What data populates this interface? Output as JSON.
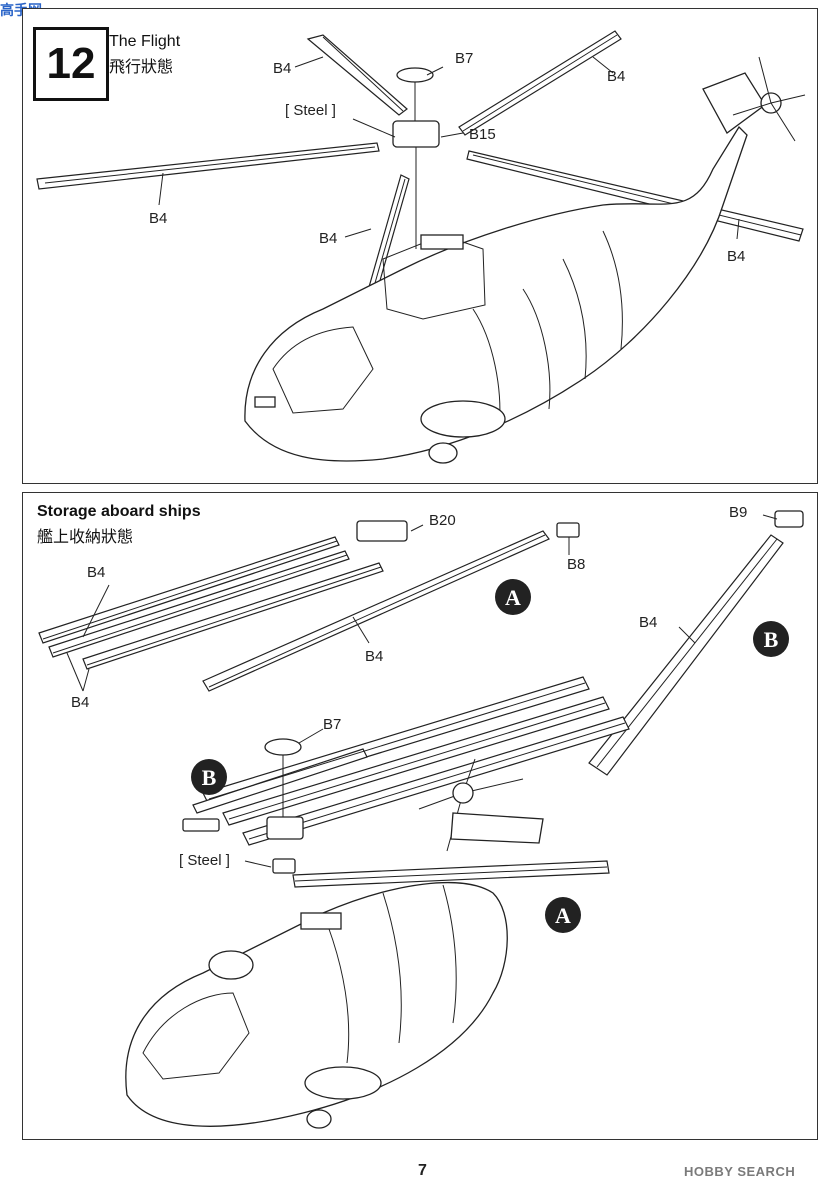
{
  "watermark": {
    "logo_text": "高手网"
  },
  "step": {
    "number": "12",
    "title_en": "The Flight",
    "title_zh": "飛行狀態"
  },
  "storage": {
    "title_en": "Storage aboard ships",
    "title_zh": "艦上收納狀態"
  },
  "top_labels": {
    "b4_top_left": "B4",
    "b7": "B7",
    "b4_top_right": "B4",
    "steel": "[ Steel ]",
    "b15": "B15",
    "b4_left": "B4",
    "b4_mid": "B4",
    "b4_right": "B4"
  },
  "bottom_labels": {
    "b20": "B20",
    "b8": "B8",
    "b9": "B9",
    "b4_stack": "B4",
    "b4_single": "B4",
    "b4_stack_lower": "B4",
    "b4_right": "B4",
    "b7": "B7",
    "steel": "[ Steel ]"
  },
  "markers": {
    "a": "A",
    "b": "B"
  },
  "footer": {
    "page_number": "7",
    "brand": "HOBBY SEARCH"
  }
}
